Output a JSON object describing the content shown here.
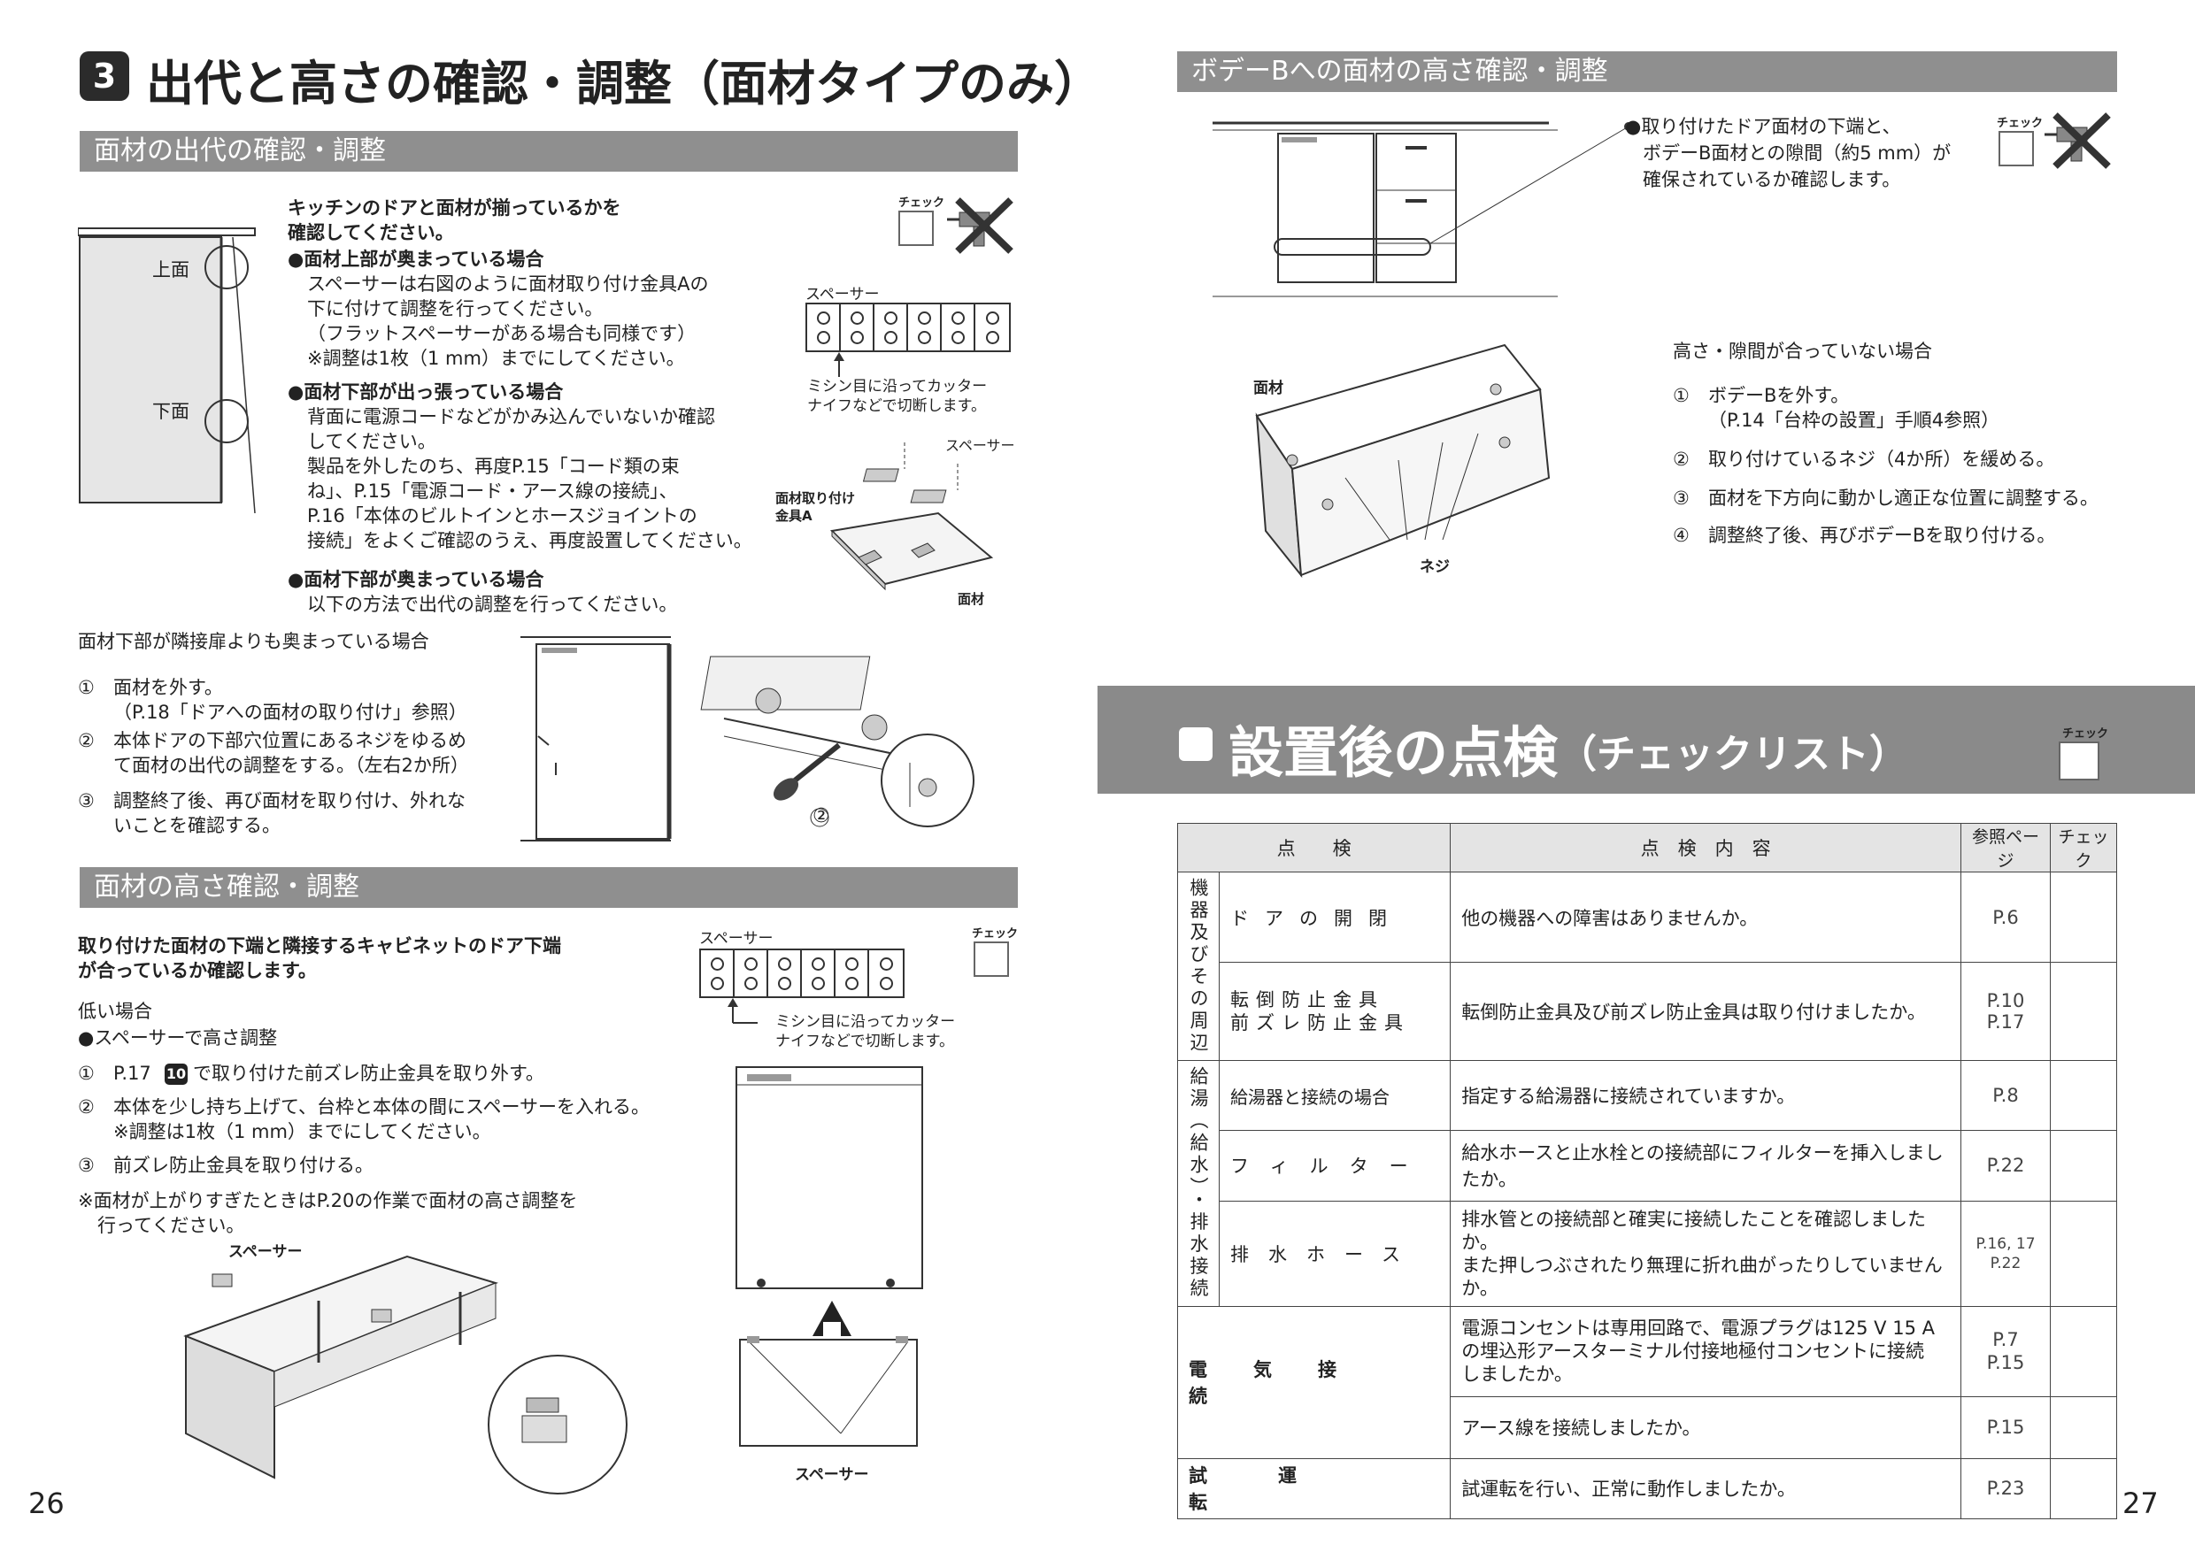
{
  "left": {
    "section_number": "3",
    "section_title": "出代と高さの確認・調整（面材タイプのみ）",
    "sub1_title": "面材の出代の確認・調整",
    "sub1_check_label": "チェック",
    "fig1_top_label": "上面",
    "fig1_bottom_label": "下面",
    "intro": [
      "キッチンのドアと面材が揃っているかを",
      "確認してください。"
    ],
    "case1_head": "●面材上部が奥まっている場合",
    "case1_body": [
      "スペーサーは右図のように面材取り付け金具Aの",
      "下に付けて調整を行ってください。",
      "（フラットスペーサーがある場合も同様です）",
      "※調整は1枚（1 mm）までにしてください。"
    ],
    "case2_head": "●面材下部が出っ張っている場合",
    "case2_body": [
      "背面に電源コードなどがかみ込んでいないか確認",
      "してください。",
      "製品を外したのち、再度P.15「コード類の束",
      "ね」、P.15「電源コード・アース線の接続」、",
      "P.16「本体のビルトインとホースジョイントの",
      "接続」をよくご確認のうえ、再度設置してください。"
    ],
    "case3_head": "●面材下部が奥まっている場合",
    "case3_body": "以下の方法で出代の調整を行ってください。",
    "spacer_label": "スペーサー",
    "cut_note": [
      "ミシン目に沿ってカッター",
      "ナイフなどで切断します。"
    ],
    "fig2_spacer": "スペーサー",
    "fig2_bracket": [
      "面材取り付け",
      "金具A"
    ],
    "fig2_panel": "面材",
    "lower_case_title": "面材下部が隣接扉よりも奥まっている場合",
    "lower_steps": [
      [
        "①",
        "面材を外す。"
      ],
      [
        "",
        "（P.18「ドアへの面材の取り付け」参照）"
      ],
      [
        "②",
        "本体ドアの下部穴位置にあるネジをゆるめ"
      ],
      [
        "",
        "て面材の出代の調整をする。（左右2か所）"
      ],
      [
        "③",
        "調整終了後、再び面材を取り付け、外れな"
      ],
      [
        "",
        "いことを確認する。"
      ]
    ],
    "fig3_num": "②",
    "sub2_title": "面材の高さ確認・調整",
    "height_intro": [
      "取り付けた面材の下端と隣接するキャビネットのドア下端",
      "が合っているか確認します。"
    ],
    "low_case": "低い場合",
    "low_bullet": "●スペーサーで高さ調整",
    "low_step1_a": "①",
    "low_step1_b": "P.17",
    "low_step1_badge": "10",
    "low_step1_c": "で取り付けた前ズレ防止金具を取り外す。",
    "low_step2": [
      "②",
      "本体を少し持ち上げて、台枠と本体の間にスペーサーを入れる。"
    ],
    "low_step2_note": "※調整は1枚（1 mm）までにしてください。",
    "low_step3": [
      "③",
      "前ズレ防止金具を取り付ける。"
    ],
    "low_note": [
      "※面材が上がりすぎたときはP.20の作業で面材の高さ調整を",
      "行ってください。"
    ],
    "spacer_label2": "スペーサー",
    "cut_note2": [
      "ミシン目に沿ってカッター",
      "ナイフなどで切断します。"
    ],
    "check_label2": "チェック",
    "fig4_spacer": "スペーサー",
    "fig5_spacer": "スペーサー",
    "page_number": "26"
  },
  "right": {
    "sub_title": "ボデーBへの面材の高さ確認・調整",
    "check_label": "チェック",
    "note": [
      "●取り付けたドア面材の下端と、",
      "ボデーB面材との隙間（約5 mm）が",
      "確保されているか確認します。"
    ],
    "fig_panel": "面材",
    "fig_screw": "ネジ",
    "mismatch_title": "高さ・隙間が合っていない場合",
    "mismatch_steps": [
      [
        "①",
        "ボデーBを外す。"
      ],
      [
        "",
        "（P.14「台枠の設置」手順4参照）"
      ],
      [
        "②",
        "取り付けているネジ（4か所）を緩める。"
      ],
      [
        "③",
        "面材を下方向に動かし適正な位置に調整する。"
      ],
      [
        "④",
        "調整終了後、再びボデーBを取り付ける。"
      ]
    ],
    "checklist_title": "設置後の点検",
    "checklist_sub": "（チェックリスト）",
    "checklist_check": "チェック",
    "table_head": [
      "点　　検",
      "点　検　内　容",
      "参照ページ",
      "チェック"
    ],
    "groups": {
      "g1": "機器及びその周辺",
      "g2": "給湯（給水）・排水接続",
      "g3": "電気接続",
      "g4": "試運転"
    },
    "rows": {
      "r1": {
        "item": "ドアの開閉",
        "content": "他の機器への障害はありませんか。",
        "ref": "P.6"
      },
      "r2": {
        "item_a": "転倒防止金具",
        "item_b": "前ズレ防止金具",
        "content": "転倒防止金具及び前ズレ防止金具は取り付けましたか。",
        "ref_a": "P.10",
        "ref_b": "P.17"
      },
      "r3": {
        "item": "給湯器と接続の場合",
        "content": "指定する給湯器に接続されていますか。",
        "ref": "P.8"
      },
      "r4": {
        "item": "フィルター",
        "content": "給水ホースと止水栓との接続部にフィルターを挿入しましたか。",
        "ref": "P.22"
      },
      "r5": {
        "item": "排水ホース",
        "content_a": "排水管との接続部と確実に接続したことを確認しましたか。",
        "content_b": "また押しつぶされたり無理に折れ曲がったりしていませんか。",
        "ref_a": "P.16, 17",
        "ref_b": "P.22"
      },
      "r6": {
        "content_a": "電源コンセントは専用回路で、電源プラグは125 V 15 A",
        "content_b": "の埋込形アースターミナル付接地極付コンセントに接続",
        "content_c": "しましたか。",
        "ref_a": "P.7",
        "ref_b": "P.15"
      },
      "r7": {
        "content": "アース線を接続しましたか。",
        "ref": "P.15"
      },
      "r8": {
        "content": "試運転を行い、正常に動作しましたか。",
        "ref": "P.23"
      }
    },
    "page_number": "27"
  }
}
